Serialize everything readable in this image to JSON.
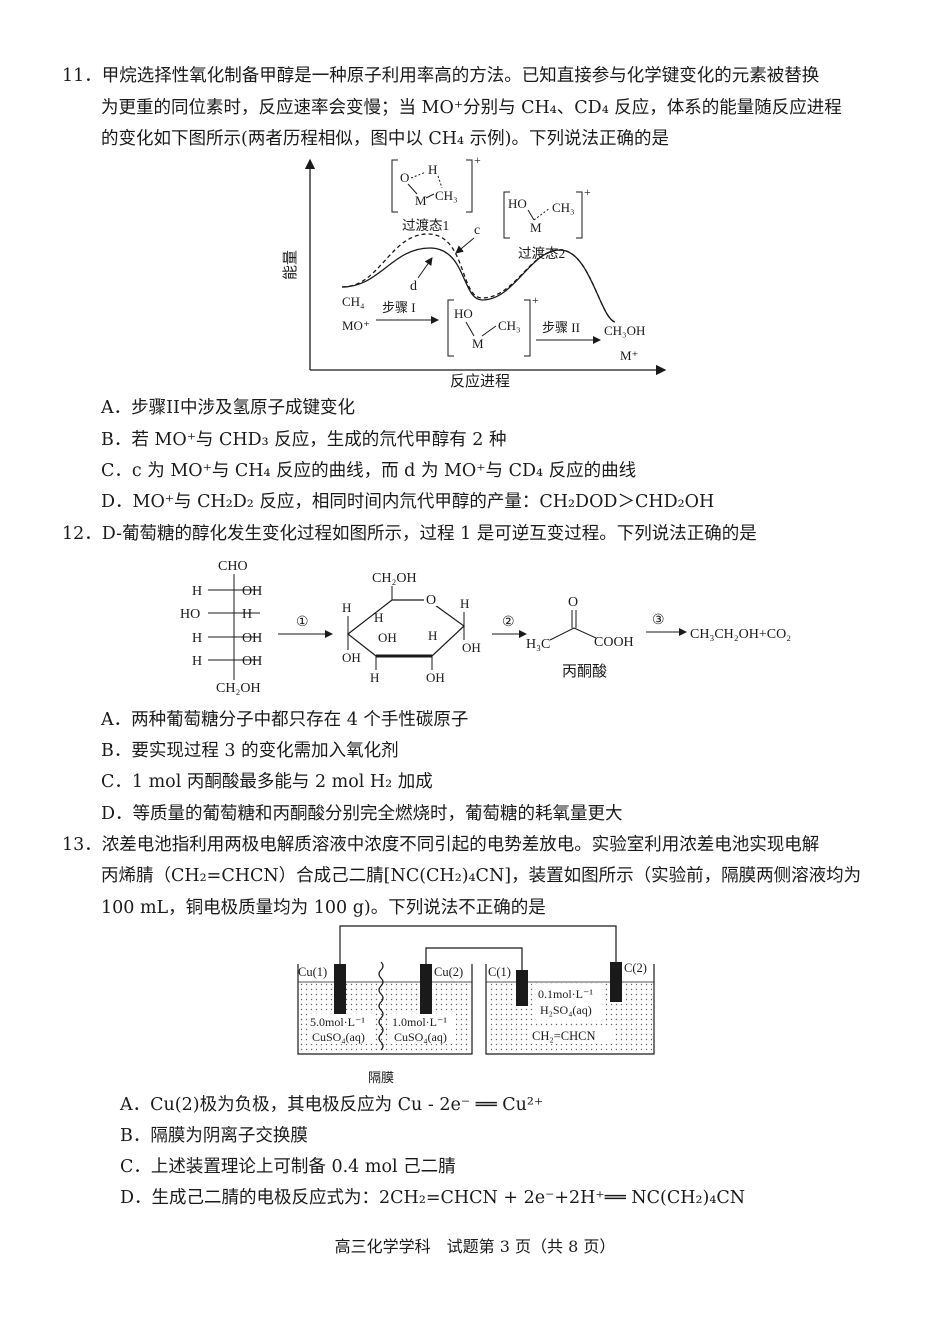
{
  "q11": {
    "stem": [
      "11．甲烷选择性氧化制备甲醇是一种原子利用率高的方法。已知直接参与化学键变化的元素被替换",
      "为更重的同位素时，反应速率会变慢；当 MO⁺分别与 CH₄、CD₄ 反应，体系的能量随反应进程",
      "的变化如下图所示(两者历程相似，图中以 CH₄ 示例)。下列说法正确的是"
    ],
    "figure": {
      "y_label": "能量",
      "x_label": "反应进程",
      "ts1_label": "过渡态1",
      "ts2_label": "过渡态2",
      "curve_c": "c",
      "curve_d": "d",
      "reactant_1": "CH₄",
      "reactant_2": "MO⁺",
      "step1": "步骤 I",
      "step2": "步骤 II",
      "product_1": "CH₃OH",
      "product_2": "M⁺",
      "ts1_atoms": [
        "O",
        "H",
        "M",
        "CH₃"
      ],
      "ts2_atoms": [
        "HO",
        "CH₃",
        "M"
      ],
      "int_atoms": [
        "HO",
        "CH₃",
        "M"
      ],
      "charge": "+"
    },
    "options": [
      "A．步骤II中涉及氢原子成键变化",
      "B．若 MO⁺与 CHD₃ 反应，生成的氘代甲醇有 2 种",
      "C．c 为 MO⁺与 CH₄ 反应的曲线，而 d 为 MO⁺与 CD₄ 反应的曲线",
      "D．MO⁺与 CH₂D₂ 反应，相同时间内氘代甲醇的产量：CH₂DOD＞CHD₂OH"
    ]
  },
  "q12": {
    "stem": [
      "12．D-葡萄糖的醇化发生变化过程如图所示，过程 1 是可逆互变过程。下列说法正确的是"
    ],
    "figure": {
      "cho": "CHO",
      "ch2oh": "CH₂OH",
      "h": "H",
      "oh": "OH",
      "ho": "HO",
      "ring_ch2oh": "CH₂OH",
      "ring_o": "O",
      "step1": "①",
      "step2": "②",
      "step3": "③",
      "pyruvic_o": "O",
      "pyruvic_h3c": "H₃C",
      "pyruvic_cooh": "COOH",
      "pyruvic_name": "丙酮酸",
      "product": "CH₃CH₂OH+CO₂"
    },
    "options": [
      "A．两种葡萄糖分子中都只存在 4 个手性碳原子",
      "B．要实现过程 3 的变化需加入氧化剂",
      "C．1 mol 丙酮酸最多能与 2 mol H₂ 加成",
      "D．等质量的葡萄糖和丙酮酸分别完全燃烧时，葡萄糖的耗氧量更大"
    ]
  },
  "q13": {
    "stem": [
      "13．浓差电池指利用两极电解质溶液中浓度不同引起的电势差放电。实验室利用浓差电池实现电解",
      "丙烯腈（CH₂=CHCN）合成己二腈[NC(CH₂)₄CN]，装置如图所示（实验前，隔膜两侧溶液均为",
      "100 mL，铜电极质量均为 100 g)。下列说法不正确的是"
    ],
    "figure": {
      "cu1": "Cu(1)",
      "cu2": "Cu(2)",
      "c1": "C(1)",
      "c2": "C(2)",
      "left_conc": "5.0mol·L⁻¹",
      "left_sol": "CuSO₄(aq)",
      "mid_conc": "1.0mol·L⁻¹",
      "mid_sol": "CuSO₄(aq)",
      "right_conc": "0.1mol·L⁻¹",
      "right_sol": "H₂SO₄(aq)",
      "right_reagent": "CH₂=CHCN",
      "membrane": "隔膜"
    },
    "options": [
      "A．Cu(2)极为负极，其电极反应为 Cu - 2e⁻ ══ Cu²⁺",
      "B．隔膜为阴离子交换膜",
      "C．上述装置理论上可制备 0.4 mol 己二腈",
      "D．生成己二腈的电极反应式为：2CH₂=CHCN + 2e⁻+2H⁺══ NC(CH₂)₄CN"
    ]
  },
  "footer": "高三化学学科　试题第 3 页（共 8 页）"
}
